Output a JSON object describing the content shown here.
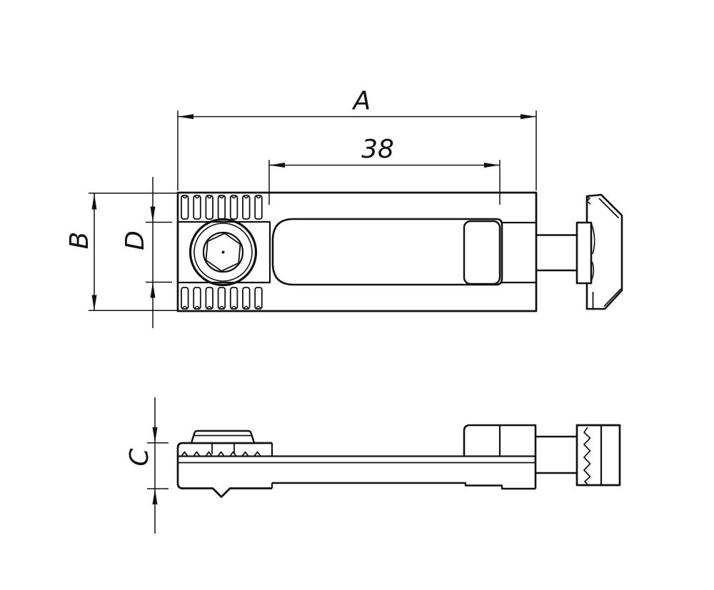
{
  "drawing": {
    "background_color": "#ffffff",
    "line_color": "#111111",
    "dimensions": {
      "a": {
        "label": "A"
      },
      "b": {
        "label": "B"
      },
      "c": {
        "label": "C"
      },
      "d": {
        "label": "D"
      },
      "slot": {
        "label": "38",
        "value": 38
      }
    }
  }
}
